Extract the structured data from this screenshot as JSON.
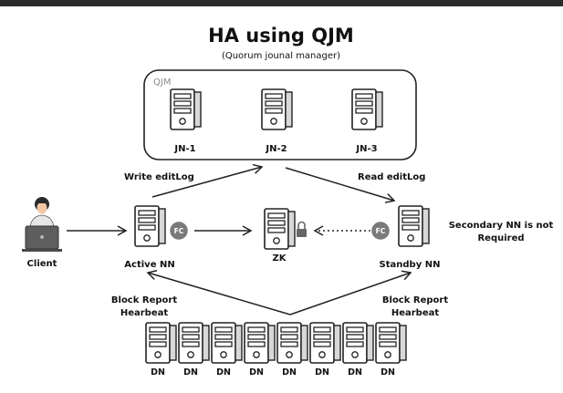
{
  "title": "HA using QJM",
  "subtitle": "(Quorum jounal manager)",
  "qjm": {
    "label": "QJM",
    "nodes": [
      "JN-1",
      "JN-2",
      "JN-3"
    ]
  },
  "client": {
    "label": "Client"
  },
  "active_nn": {
    "label": "Active NN",
    "fc": "FC"
  },
  "zk": {
    "label": "ZK"
  },
  "standby_nn": {
    "label": "Standby NN",
    "fc": "FC"
  },
  "edges": {
    "write": "Write editLog",
    "read": "Read editLog",
    "block_left": [
      "Block Report",
      "Hearbeat"
    ],
    "block_right": [
      "Block Report",
      "Hearbeat"
    ]
  },
  "note": [
    "Secondary NN is not",
    "Required"
  ],
  "datanodes": [
    "DN",
    "DN",
    "DN",
    "DN",
    "DN",
    "DN",
    "DN",
    "DN"
  ]
}
